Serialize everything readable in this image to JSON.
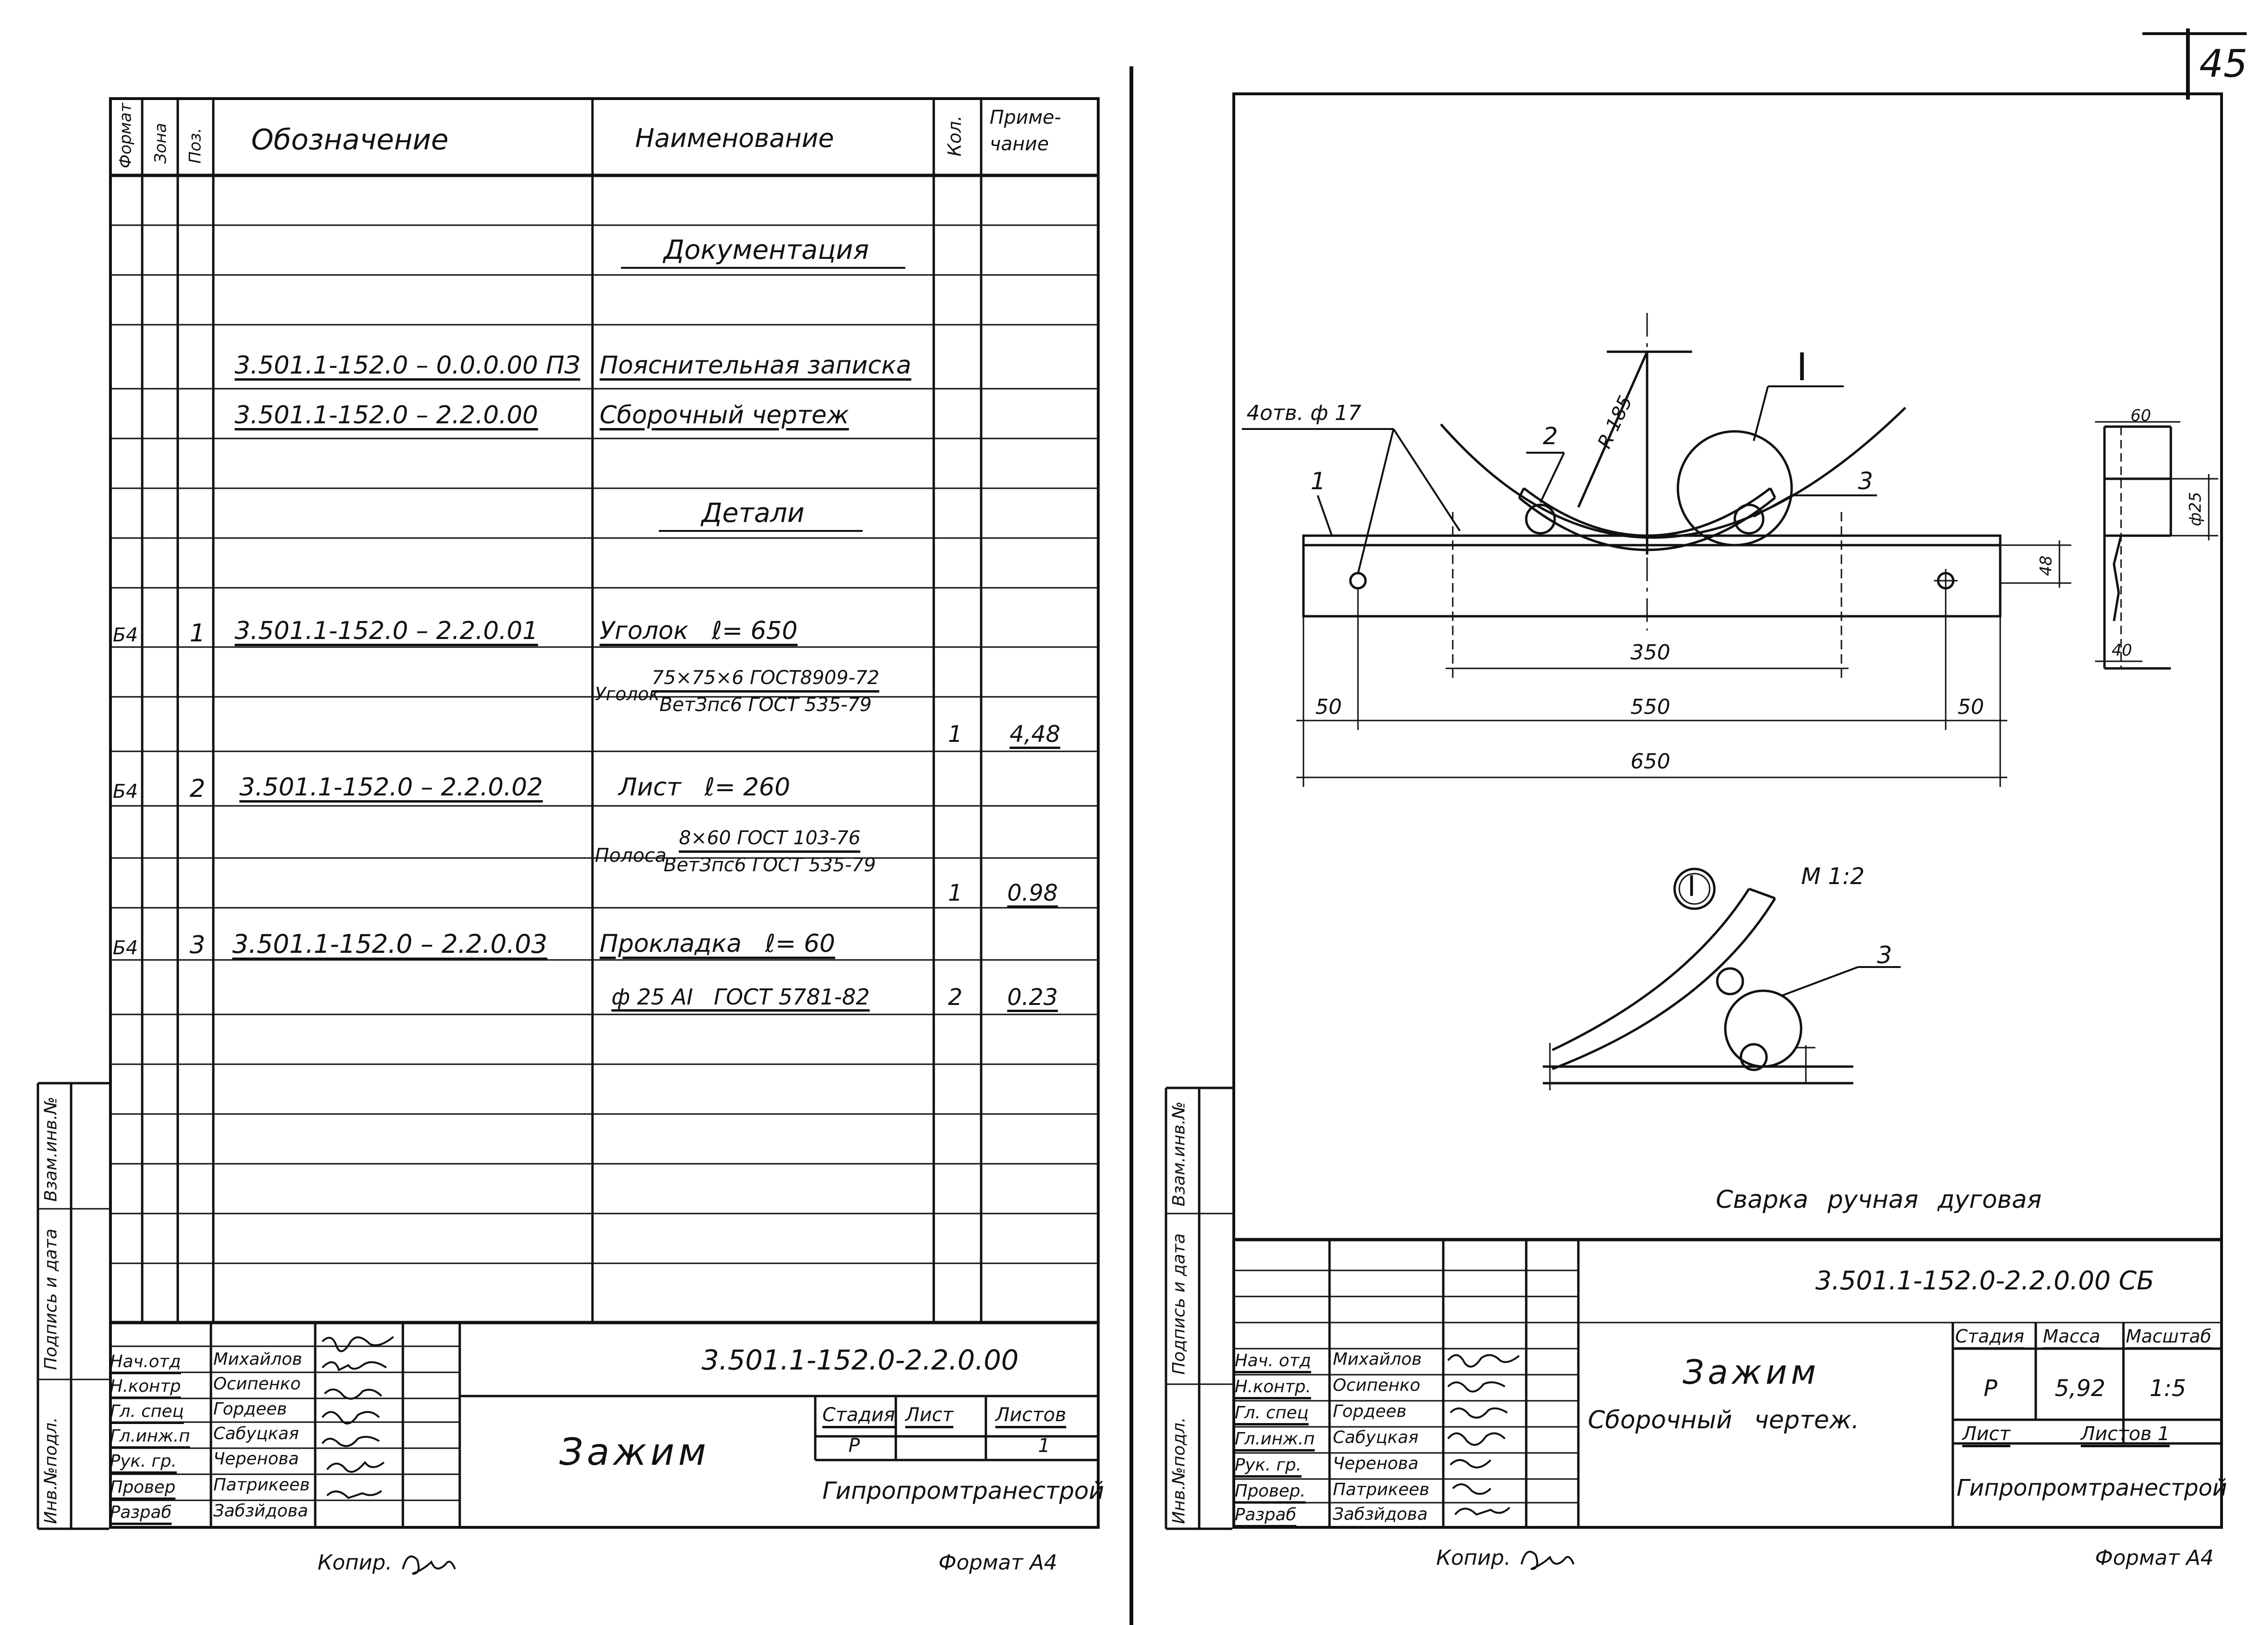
{
  "page_number": "45",
  "left_sheet": {
    "headers": {
      "format": "Формат",
      "zone": "Зона",
      "pos": "Поз.",
      "designation": "Обозначение",
      "name": "Наименование",
      "qty": "Кол.",
      "note": "Приме-\nчание"
    },
    "section_docs": "Документация",
    "section_parts": "Детали",
    "rows": [
      {
        "designation": "3.501.1-152.0 – 0.0.0.00 ПЗ",
        "name": "Пояснительная записка"
      },
      {
        "designation": "3.501.1-152.0 – 2.2.0.00",
        "name": "Сборочный чертеж"
      },
      {
        "format": "Б4",
        "pos": "1",
        "designation": "3.501.1-152.0 – 2.2.0.01",
        "name": "Уголок   ℓ= 650"
      },
      {
        "name_prefix": "Уголок",
        "name_num": "75×75×6 ГОСТ8909-72",
        "name_den": "ВетЗпс6 ГОСТ 535-79",
        "qty": "1",
        "note": "4,48"
      },
      {
        "format": "Б4",
        "pos": "2",
        "designation": "3.501.1-152.0 – 2.2.0.02",
        "name": "Лист   ℓ= 260"
      },
      {
        "name_prefix": "Полоса",
        "name_num": "8×60 ГОСТ 103-76",
        "name_den": "ВетЗпс6 ГОСТ 535-79",
        "qty": "1",
        "note": "0.98"
      },
      {
        "format": "Б4",
        "pos": "3",
        "designation": "3.501.1-152.0 – 2.2.0.03",
        "name": "Прокладка   ℓ= 60"
      },
      {
        "name": "ф 25 АI   ГОСТ 5781-82",
        "qty": "2",
        "note": "0.23"
      }
    ],
    "title_block": {
      "code": "3.501.1-152.0-2.2.0.00",
      "title": "Зажим",
      "stage_label": "Стадия",
      "sheet_label": "Лист",
      "sheets_label": "Листов",
      "stage": "Р",
      "sheets": "1",
      "org": "Гипропромтранестрой"
    },
    "staff": [
      {
        "role": "Нач.отд",
        "name": "Михайлов"
      },
      {
        "role": "Н.контр",
        "name": "Осипенко"
      },
      {
        "role": "Гл. спец",
        "name": "Гордеев"
      },
      {
        "role": "Гл.инж.п",
        "name": "Сабуцкая"
      },
      {
        "role": "Рук. гр.",
        "name": "Черенова"
      },
      {
        "role": "Провер",
        "name": "Патрикеев"
      },
      {
        "role": "Разраб",
        "name": "Забзйдова"
      }
    ],
    "side_stamp": [
      "Инв.№подл.",
      "Подпись и дата",
      "Взам.инв.№"
    ],
    "copied_label": "Копир.",
    "format_label": "Формат А4"
  },
  "right_sheet": {
    "drawing_labels": {
      "holes": "4отв. ф 17",
      "radius": "R 185",
      "part1": "1",
      "part2": "2",
      "part3": "3",
      "detail_ref": "I",
      "detail_scale": "М 1:2",
      "dim_350": "350",
      "dim_550": "550",
      "dim_650": "650",
      "dim_50a": "50",
      "dim_50b": "50",
      "dim_48": "48",
      "dim_60": "60",
      "dim_40": "40",
      "dim_d25": "ф25",
      "detail_part3": "3",
      "weld_note": "Сварка ручная дуговая"
    },
    "title_block": {
      "code": "3.501.1-152.0-2.2.0.00 СБ",
      "title": "Зажим",
      "subtitle": "Сборочный чертеж.",
      "stage_label": "Стадия",
      "mass_label": "Масса",
      "scale_label": "Масштаб",
      "stage": "Р",
      "mass": "5,92",
      "scale": "1:5",
      "sheet_label": "Лист",
      "sheets_label": "Листов 1",
      "org": "Гипропромтранестрой"
    },
    "staff": [
      {
        "role": "Нач. отд",
        "name": "Михайлов"
      },
      {
        "role": "Н.контр.",
        "name": "Осипенко"
      },
      {
        "role": "Гл. спец",
        "name": "Гордеев"
      },
      {
        "role": "Гл.инж.п",
        "name": "Сабуцкая"
      },
      {
        "role": "Рук. гр.",
        "name": "Черенова"
      },
      {
        "role": "Провер.",
        "name": "Патрикеев"
      },
      {
        "role": "Разраб",
        "name": "Забзйдова"
      }
    ],
    "side_stamp": [
      "Инв.№подл.",
      "Подпись и дата",
      "Взам.инв.№"
    ],
    "copied_label": "Копир.",
    "format_label": "Формат А4"
  }
}
